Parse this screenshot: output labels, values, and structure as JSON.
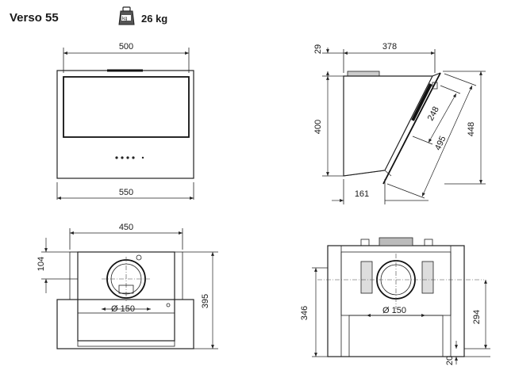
{
  "header": {
    "title": "Verso 55",
    "weight": "26 kg",
    "weight_icon": "weight-icon"
  },
  "front_view": {
    "dim_top": "500",
    "dim_bottom": "550"
  },
  "side_view": {
    "dim_top_gap": "29",
    "dim_depth": "378",
    "dim_height": "400",
    "dim_glass_short": "248",
    "dim_glass_long": "495",
    "dim_total_height": "448",
    "dim_bottom_depth": "161"
  },
  "rear_view_left": {
    "dim_width": "450",
    "dim_top_offset": "104",
    "dim_height": "395",
    "dim_outlet": "Ø 150"
  },
  "rear_view_right": {
    "dim_height": "346",
    "dim_outlet": "Ø 150",
    "dim_center_height": "294",
    "dim_bottom": "20"
  }
}
